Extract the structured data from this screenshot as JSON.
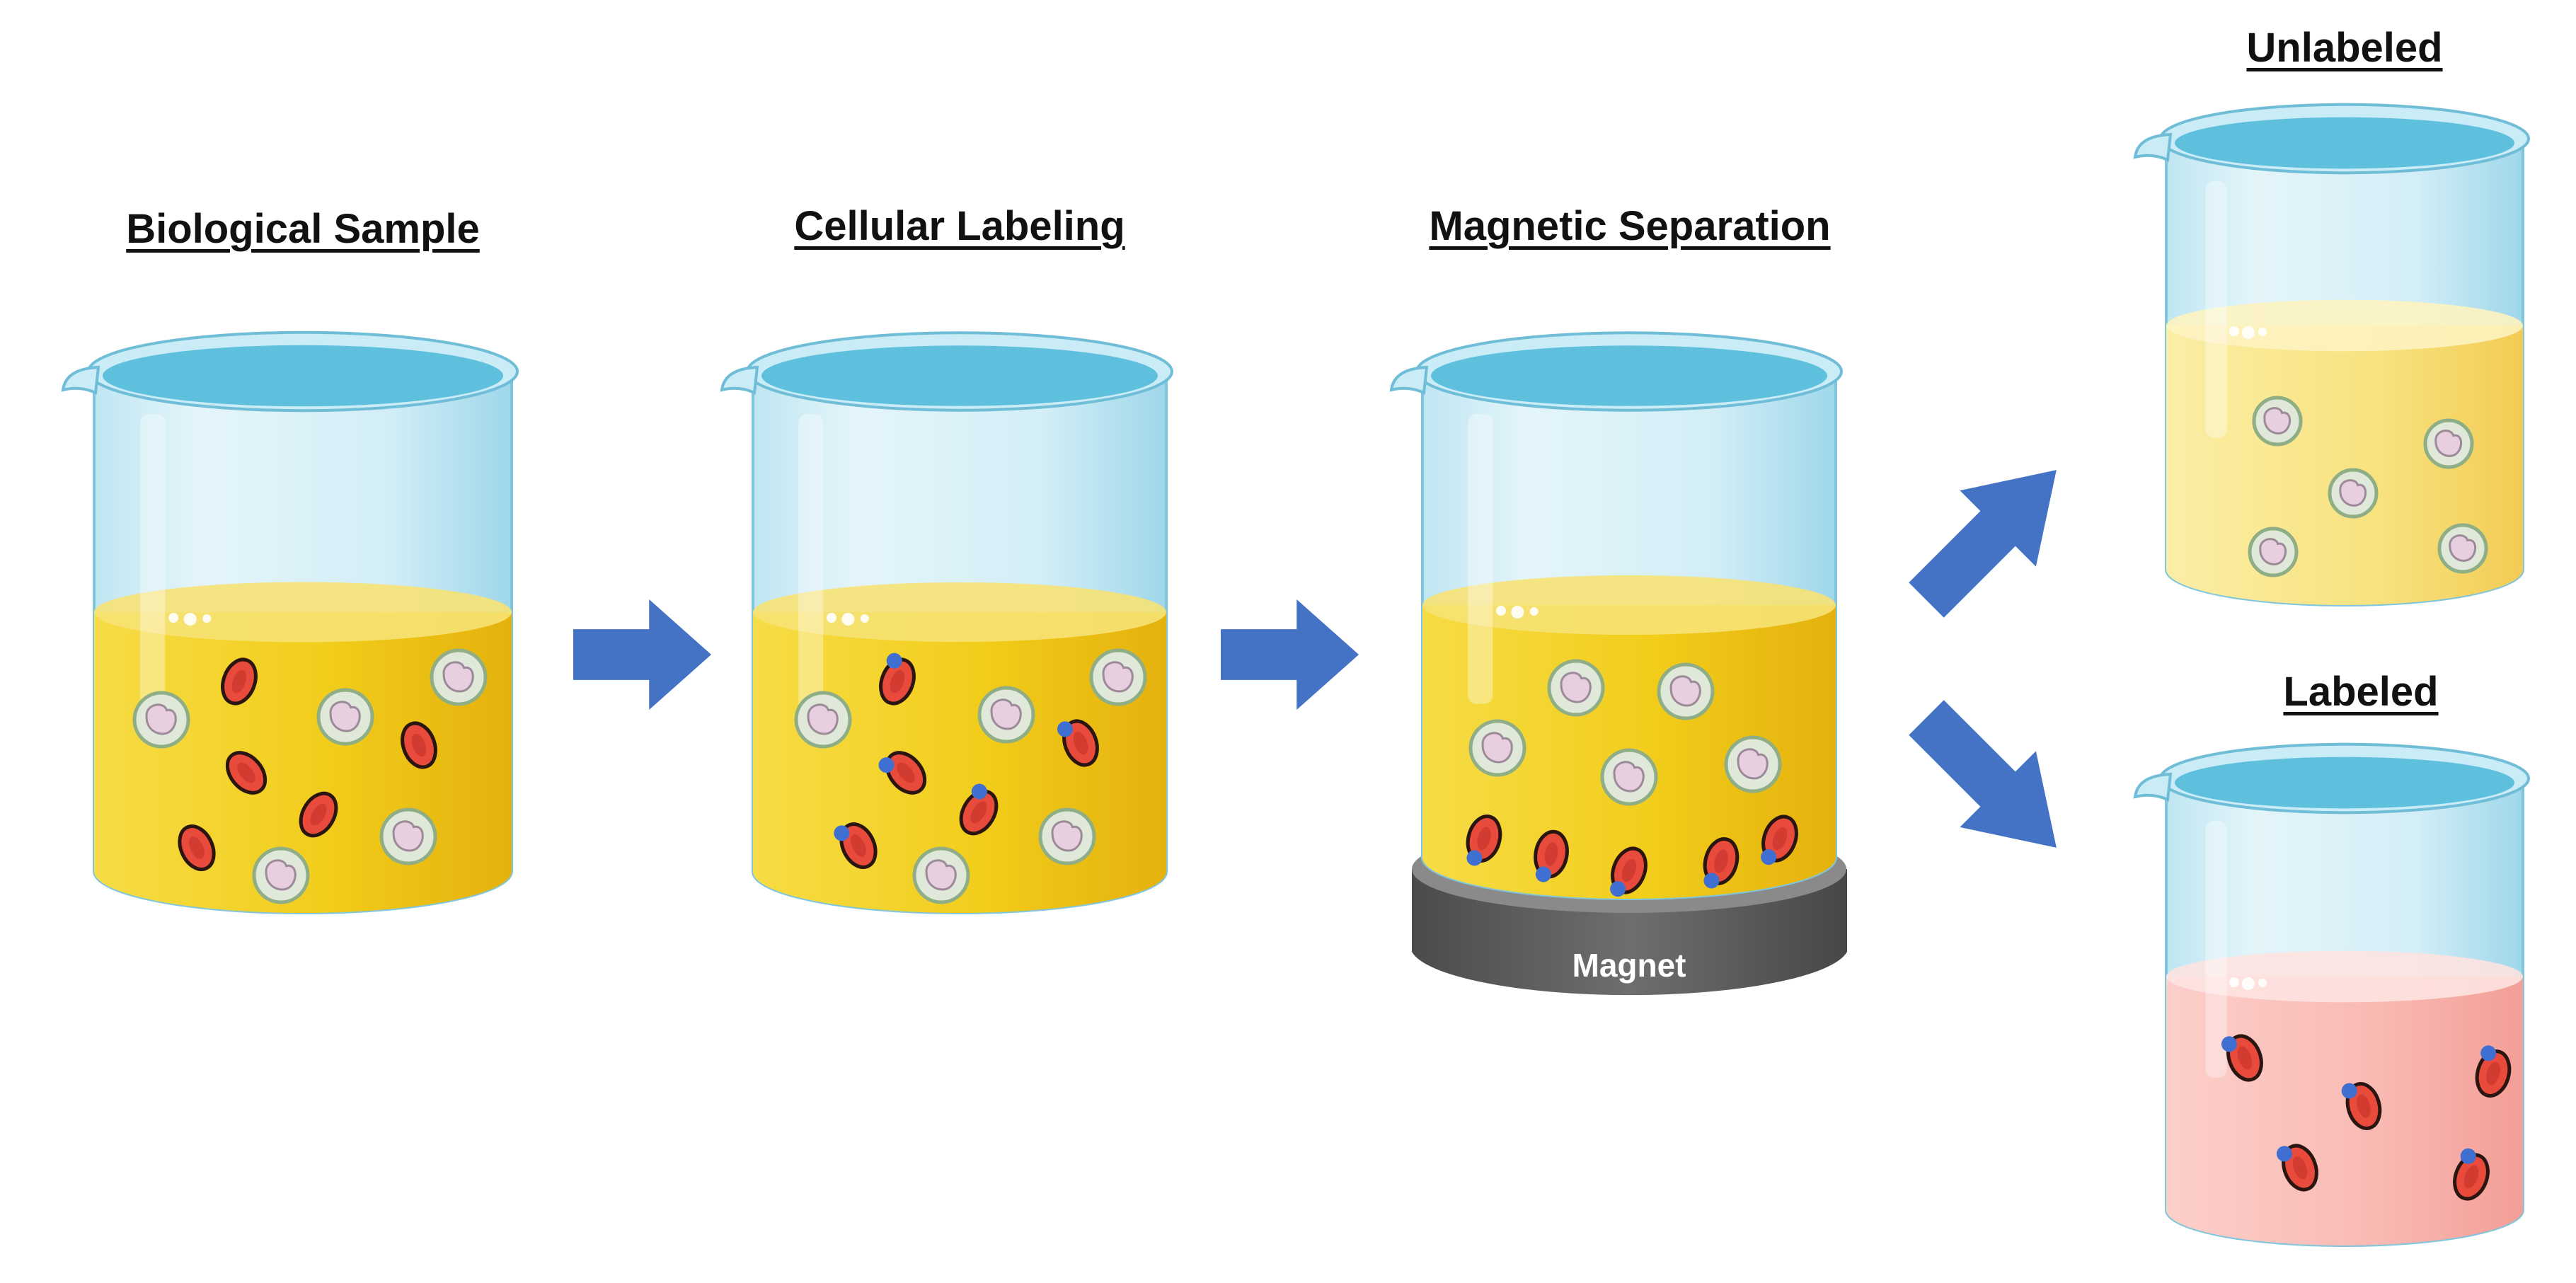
{
  "titles": {
    "biological_sample": "Biological Sample",
    "cellular_labeling": "Cellular Labeling",
    "magnetic_separation": "Magnetic Separation",
    "unlabeled": "Unlabeled",
    "labeled": "Labeled"
  },
  "magnet_label": "Magnet",
  "colors": {
    "liquid_yellow": "#f2cf1c",
    "liquid_pink": "#f8b4ae",
    "beaker_blue": "#8fd0e6",
    "arrow_blue": "#4472c4",
    "red_cell": "#e84b3c",
    "white_cell": "#dfe8d9",
    "bead_blue": "#3f6fd1",
    "magnet_gray": "#595959"
  },
  "icons": [
    "beaker-icon",
    "arrow-icon",
    "red-blood-cell-icon",
    "white-blood-cell-icon",
    "magnetic-bead-icon",
    "magnet-icon"
  ]
}
